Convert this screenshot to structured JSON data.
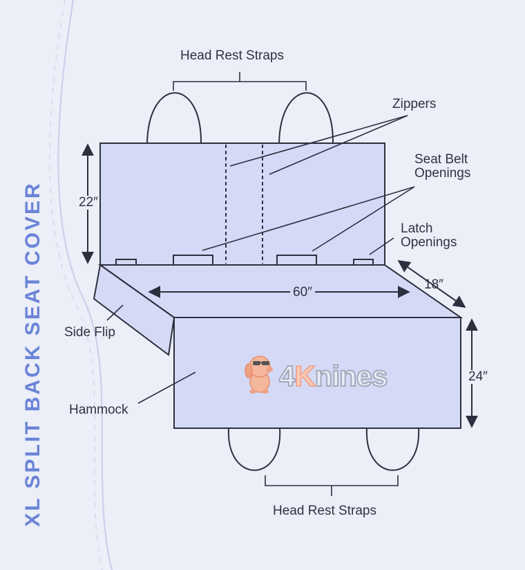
{
  "title": "XL SPLIT BACK SEAT COVER",
  "brand": {
    "prefix": "4",
    "k": "K",
    "rest": "nines"
  },
  "labels": {
    "head_rest_straps_top": "Head Rest Straps",
    "zippers": "Zippers",
    "seat_belt_openings_1": "Seat Belt",
    "seat_belt_openings_2": "Openings",
    "latch_openings_1": "Latch",
    "latch_openings_2": "Openings",
    "side_flip": "Side Flip",
    "hammock": "Hammock",
    "head_rest_straps_bottom": "Head Rest Straps"
  },
  "dimensions": {
    "back_height": "22″",
    "width": "60″",
    "seat_depth": "18″",
    "hammock_height": "24″"
  },
  "colors": {
    "panel_fill": "#d4daf6",
    "stroke": "#2c2f3d",
    "title": "#6a84d6",
    "background": "#eceef8"
  }
}
